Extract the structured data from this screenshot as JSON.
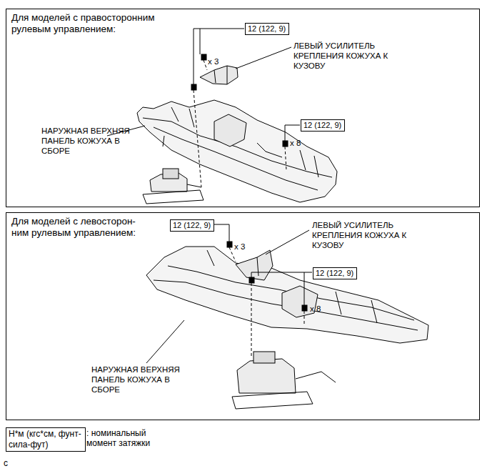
{
  "diagram": {
    "nodes": [
      {
        "text": [
          "Для моделей с правосторонним рулевым управлением:"
        ]
      },
      {
        "text": [
          "12 (122, 9)"
        ],
        "in": 0
      },
      {
        "text": [
          "12 (122, 9)"
        ],
        "in": 0
      },
      {
        "text": [
          "Для моделей с левосторон- ним рулевым управлением:"
        ]
      },
      {
        "text": [
          "12 (122, 9)"
        ],
        "in": 3
      },
      {
        "text": [
          "12 (122, 9)"
        ],
        "in": 3
      },
      {
        "text": [
          "Н*м (кгс*см, фунт-сила-фут)"
        ]
      }
    ],
    "labels": [
      "x 3",
      "ЛЕВЫЙ УСИЛИТЕЛЬ КРЕПЛЕНИЯ КОЖУХА К КУЗОВУ",
      "x 8",
      "НАРУЖНАЯ ВЕРХНЯЯ ПАНЕЛЬ КОЖУХА В СБОРЕ",
      "x 3",
      "ЛЕВЫЙ УСИЛИТЕЛЬ КРЕПЛЕНИЯ КОЖУХА К КУЗОВУ",
      "x 8",
      "НАРУЖНАЯ ВЕРХНЯЯ ПАНЕЛЬ КОЖУХА В СБОРЕ",
      ": номинальный момент затяжки",
      "c"
    ]
  }
}
